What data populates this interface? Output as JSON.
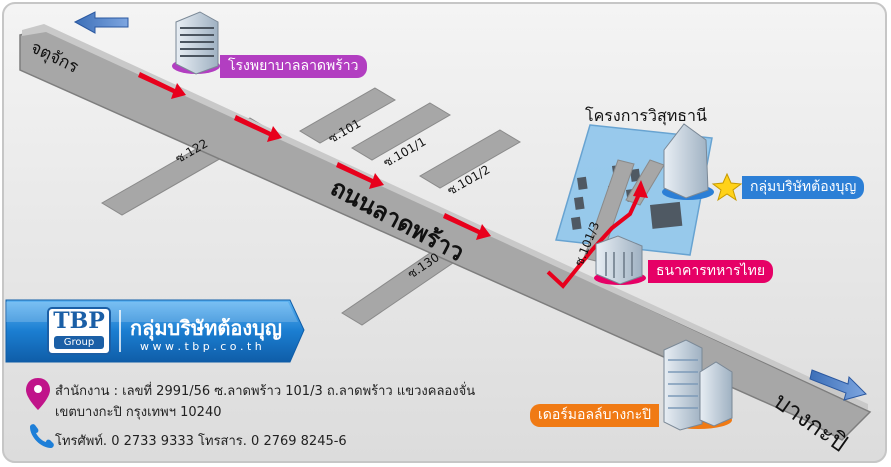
{
  "colors": {
    "road": "#a7a7a7",
    "road_edge": "#7e7e7e",
    "arrow": "#e8001c",
    "pill_purple": "#b23ec1",
    "pill_blue": "#2c7fd6",
    "pill_red": "#e60066",
    "pill_orange": "#f07a14",
    "banner_blue": "#1b7ed1",
    "project_fill": "#8fc6ec"
  },
  "roads": {
    "main_road": "ถนนลาดพร้าว",
    "soi_122": "ซ.122",
    "soi_101": "ซ.101",
    "soi_101_1": "ซ.101/1",
    "soi_101_2": "ซ.101/2",
    "soi_101_3": "ซ.101/3",
    "soi_130": "ซ.130"
  },
  "directions": {
    "west": "จตุจักร",
    "east": "บางกะปิ"
  },
  "landmarks": {
    "hospital": "โรงพยาบาลลาดพร้าว",
    "project": "โครงการวิสุทธานี",
    "company": "กลุ่มบริษัทต้องบุญ",
    "bank": "ธนาคารทหารไทย",
    "mall": "เดอร์มอลล์บางกะปิ"
  },
  "brand": {
    "logo_text": "TBP",
    "logo_sub": "Group",
    "name": "กลุ่มบริษัทต้องบุญ",
    "url": "w w w . t b p . c o . t h"
  },
  "contact": {
    "address_line1": "สำนักงาน : เลขที่ 2991/56 ซ.ลาดพร้าว 101/3 ถ.ลาดพร้าว แขวงคลองจั่น",
    "address_line2": "เขตบางกะปิ กรุงเทพฯ 10240",
    "phone": "โทรศัพท์. 0 2733 9333 โทรสาร. 0 2769 8245-6"
  }
}
